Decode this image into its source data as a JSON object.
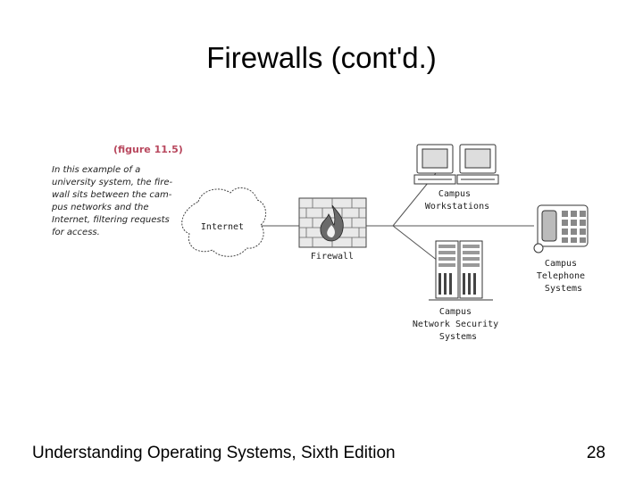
{
  "slide": {
    "title": "Firewalls (cont'd.)",
    "footer_left": "Understanding Operating Systems, Sixth Edition",
    "page_number": "28"
  },
  "figure": {
    "tag": "(figure 11.5)",
    "caption_lines": [
      "In this example of a",
      "university system, the fire-",
      "wall sits between the cam-",
      "pus networks and the",
      "Internet, filtering requests",
      "for access."
    ]
  },
  "diagram": {
    "internet_label": "Internet",
    "firewall_label": "Firewall",
    "workstations_label": [
      "Campus",
      "Workstations"
    ],
    "telephone_label": [
      "Campus",
      "Telephone",
      "Systems"
    ],
    "security_label": [
      "Campus",
      "Network Security",
      "Systems"
    ]
  }
}
